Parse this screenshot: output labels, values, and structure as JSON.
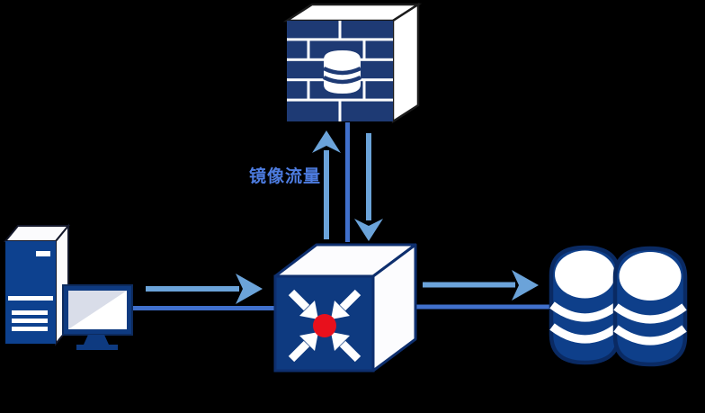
{
  "diagram": {
    "type": "network-topology",
    "label_mirror_traffic": "镜像流量",
    "nodes": [
      {
        "id": "pc",
        "name": "computer-workstation",
        "kind": "host"
      },
      {
        "id": "switch",
        "name": "core-switch",
        "kind": "switch",
        "symbol": "cube with four inward arrows and red dot"
      },
      {
        "id": "firewall",
        "name": "firewall-database-appliance",
        "kind": "firewall",
        "symbol": "brick cube with database icon"
      },
      {
        "id": "database",
        "name": "database-cluster",
        "kind": "database",
        "symbol": "two stacked cylinders"
      }
    ],
    "edges": [
      {
        "from": "pc",
        "to": "switch",
        "style": "light-blue-arrow"
      },
      {
        "from": "pc",
        "to": "switch",
        "style": "plain-blue-line"
      },
      {
        "from": "switch",
        "to": "firewall",
        "style": "light-blue-arrow-up",
        "label": "镜像流量"
      },
      {
        "from": "firewall",
        "to": "switch",
        "style": "plain-blue-line"
      },
      {
        "from": "firewall",
        "to": "switch",
        "style": "light-blue-arrow-down"
      },
      {
        "from": "switch",
        "to": "database",
        "style": "light-blue-arrow"
      },
      {
        "from": "switch",
        "to": "database",
        "style": "plain-blue-line"
      }
    ],
    "colors": {
      "background": "#000000",
      "navy_fill": "#0e3a80",
      "brick_navy": "#1e3a74",
      "tower_navy": "#0d418f",
      "cylinder_navy": "#0e3f8a",
      "dark_outline": "#0d2b5e",
      "black_outline": "#1b1b1b",
      "arrow_light_blue": "#6ba3d9",
      "connector_blue": "#4070cc",
      "label_blue": "#4d7ce0",
      "red_dot": "#e8101c",
      "white": "#ffffff",
      "screen_gray": "#d9dde9"
    }
  }
}
